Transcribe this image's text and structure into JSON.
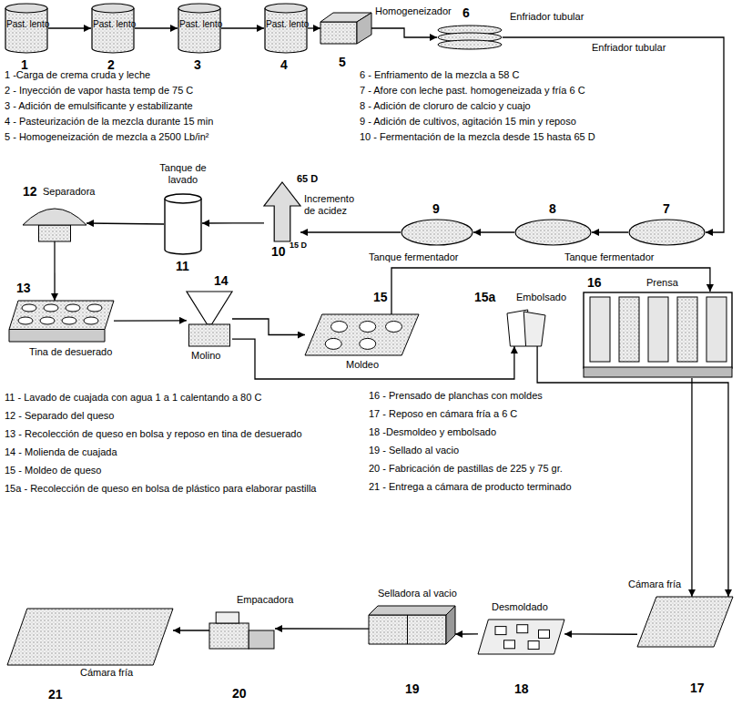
{
  "diagram": {
    "nodes": [
      {
        "text": [
          "Past. lento",
          "1"
        ]
      },
      {
        "text": [
          "Past. lento",
          "2"
        ]
      },
      {
        "text": [
          "Past. lento",
          "3"
        ]
      },
      {
        "text": [
          "Past. lento",
          "4"
        ]
      },
      {
        "text": [
          "Homogeneizador",
          "5"
        ]
      },
      {
        "text": [
          "6",
          "Enfriador tubular",
          "Enfriador tubular"
        ]
      },
      {
        "text": [
          "7"
        ]
      },
      {
        "text": [
          "8",
          "Tanque fermentador"
        ]
      },
      {
        "text": [
          "9",
          "Tanque fermentador"
        ]
      },
      {
        "text": [
          "65 D",
          "Incremento de acidez",
          "10",
          "15 D"
        ]
      },
      {
        "text": [
          "Tanque de lavado",
          "11"
        ]
      },
      {
        "text": [
          "12",
          "Separadora"
        ]
      },
      {
        "text": [
          "13",
          "Tina de desuerado"
        ]
      },
      {
        "text": [
          "14",
          "Molino"
        ]
      },
      {
        "text": [
          "15",
          "Moldeo"
        ]
      },
      {
        "text": [
          "15a",
          "Embolsado"
        ]
      },
      {
        "text": [
          "16",
          "Prensa"
        ]
      },
      {
        "text": [
          "Cámara fría",
          "17"
        ]
      },
      {
        "text": [
          "Desmoldado",
          "18"
        ]
      },
      {
        "text": [
          "Selladora al vacio",
          "19"
        ]
      },
      {
        "text": [
          "Empacadora",
          "20"
        ]
      },
      {
        "text": [
          "21",
          "Cámara fría"
        ]
      }
    ],
    "edges": [
      {
        "from": 0,
        "to": 1,
        "arrow": "to"
      },
      {
        "from": 1,
        "to": 2,
        "arrow": "to"
      },
      {
        "from": 2,
        "to": 3,
        "arrow": "to"
      },
      {
        "from": 3,
        "to": 4,
        "arrow": "to"
      },
      {
        "from": 4,
        "to": 5,
        "arrow": "to"
      },
      {
        "from": 5,
        "to": 6,
        "arrow": "to"
      },
      {
        "from": 6,
        "to": 7,
        "arrow": "to"
      },
      {
        "from": 7,
        "to": 8,
        "arrow": "to"
      },
      {
        "from": 8,
        "to": 9,
        "arrow": "to"
      },
      {
        "from": 9,
        "to": 10,
        "arrow": "to"
      },
      {
        "from": 10,
        "to": 11,
        "arrow": "to"
      },
      {
        "from": 11,
        "to": 12,
        "arrow": "to"
      },
      {
        "from": 12,
        "to": 13,
        "arrow": "to"
      },
      {
        "from": 13,
        "to": 14,
        "arrow": "to"
      },
      {
        "from": 14,
        "to": 16,
        "arrow": "to"
      },
      {
        "from": 13,
        "to": 15,
        "arrow": "to"
      },
      {
        "from": 15,
        "to": 17,
        "arrow": "to"
      },
      {
        "from": 16,
        "to": 17,
        "arrow": "to"
      },
      {
        "from": 17,
        "to": 18,
        "arrow": "to"
      },
      {
        "from": 18,
        "to": 19,
        "arrow": "to"
      },
      {
        "from": 19,
        "to": 20,
        "arrow": "to"
      },
      {
        "from": 20,
        "to": 21,
        "arrow": "to"
      }
    ],
    "labels": [
      "1 -Carga de crema cruda y leche",
      "2 - Inyección de vapor hasta temp de 75 C",
      "3 - Adición de emulsificante y estabilizante",
      "4 - Pasteurización de la mezcla durante 15 min",
      "5 - Homogeneización de mezcla a 2500 Lb/in²",
      "6 - Enfriamento de la mezcla a 58 C",
      "7 - Afore con leche past. homogeneizada y fría 6 C",
      "8 - Adición de cloruro de calcio y cuajo",
      "9 - Adición de cultivos, agitación 15 min y reposo",
      "10 - Fermentación de la mezcla desde 15 hasta 65 D",
      "11 - Lavado de cuajada con agua 1 a 1 calentando a 80 C",
      "12 - Separado del queso",
      "13 - Recolección de queso en bolsa y reposo en tina de desuerado",
      "14 - Molienda de cuajada",
      "15 - Moldeo de queso",
      "15a - Recolección de queso en bolsa de plástico para elaborar pastilla",
      "16 - Prensado de planchas con moldes",
      "17 - Reposo en cámara fría a 6 C",
      "18 -Desmoldeo y embolsado",
      "19 - Sellado al vacio",
      "20 - Fabricación de pastillas de 225 y 75 gr.",
      "21 - Entrega a cámara de producto terminado"
    ]
  }
}
